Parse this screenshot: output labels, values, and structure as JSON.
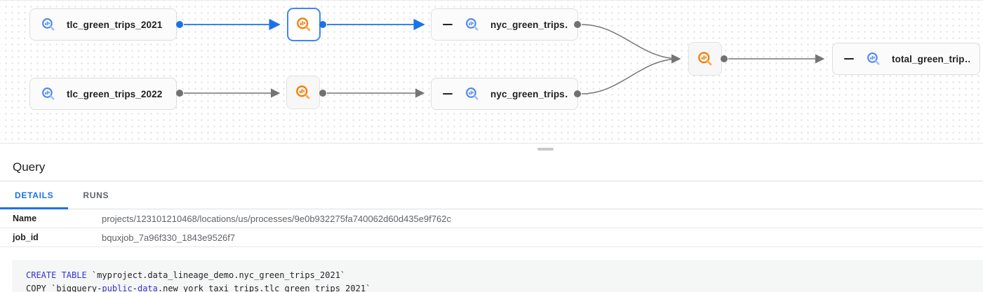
{
  "colors": {
    "accent_blue": "#1a73e8",
    "selected_node_border": "#4285f4",
    "table_icon_blue": "#4c86f5",
    "process_icon_orange": "#f57c00",
    "edge_gray": "#757575",
    "keyword_blue": "#3333cc"
  },
  "graph": {
    "nodes": [
      {
        "label": "tlc_green_trips_2021",
        "type": "table"
      },
      {
        "type": "process",
        "selected": true
      },
      {
        "label": "nyc_green_trips…",
        "type": "table",
        "collapsed": true
      },
      {
        "label": "tlc_green_trips_2022",
        "type": "table"
      },
      {
        "type": "process",
        "selected": false
      },
      {
        "label": "nyc_green_trips…",
        "type": "table",
        "collapsed": true
      },
      {
        "type": "process",
        "selected": false
      },
      {
        "label": "total_green_trip…",
        "type": "table",
        "collapsed": true
      }
    ]
  },
  "panel": {
    "title": "Query",
    "tabs": [
      {
        "label": "DETAILS",
        "active": true
      },
      {
        "label": "RUNS",
        "active": false
      }
    ],
    "details_rows": [
      {
        "label": "Name",
        "value": "projects/123101210468/locations/us/processes/9e0b932275fa740062d60d435e9f762c"
      },
      {
        "label": "job_id",
        "value": "bquxjob_7a96f330_1843e9526f7"
      }
    ],
    "code": {
      "lines": [
        [
          {
            "t": "CREATE TABLE",
            "k": true
          },
          {
            "t": " `myproject.data_lineage_demo.nyc_green_trips_2021`",
            "k": false
          }
        ],
        [
          {
            "t": "COPY `bigquery-",
            "k": false
          },
          {
            "t": "public",
            "k": true
          },
          {
            "t": "-",
            "k": false
          },
          {
            "t": "data",
            "k": true
          },
          {
            "t": ".new_york_taxi_trips.tlc_green_trips_2021`",
            "k": false
          }
        ]
      ]
    }
  }
}
